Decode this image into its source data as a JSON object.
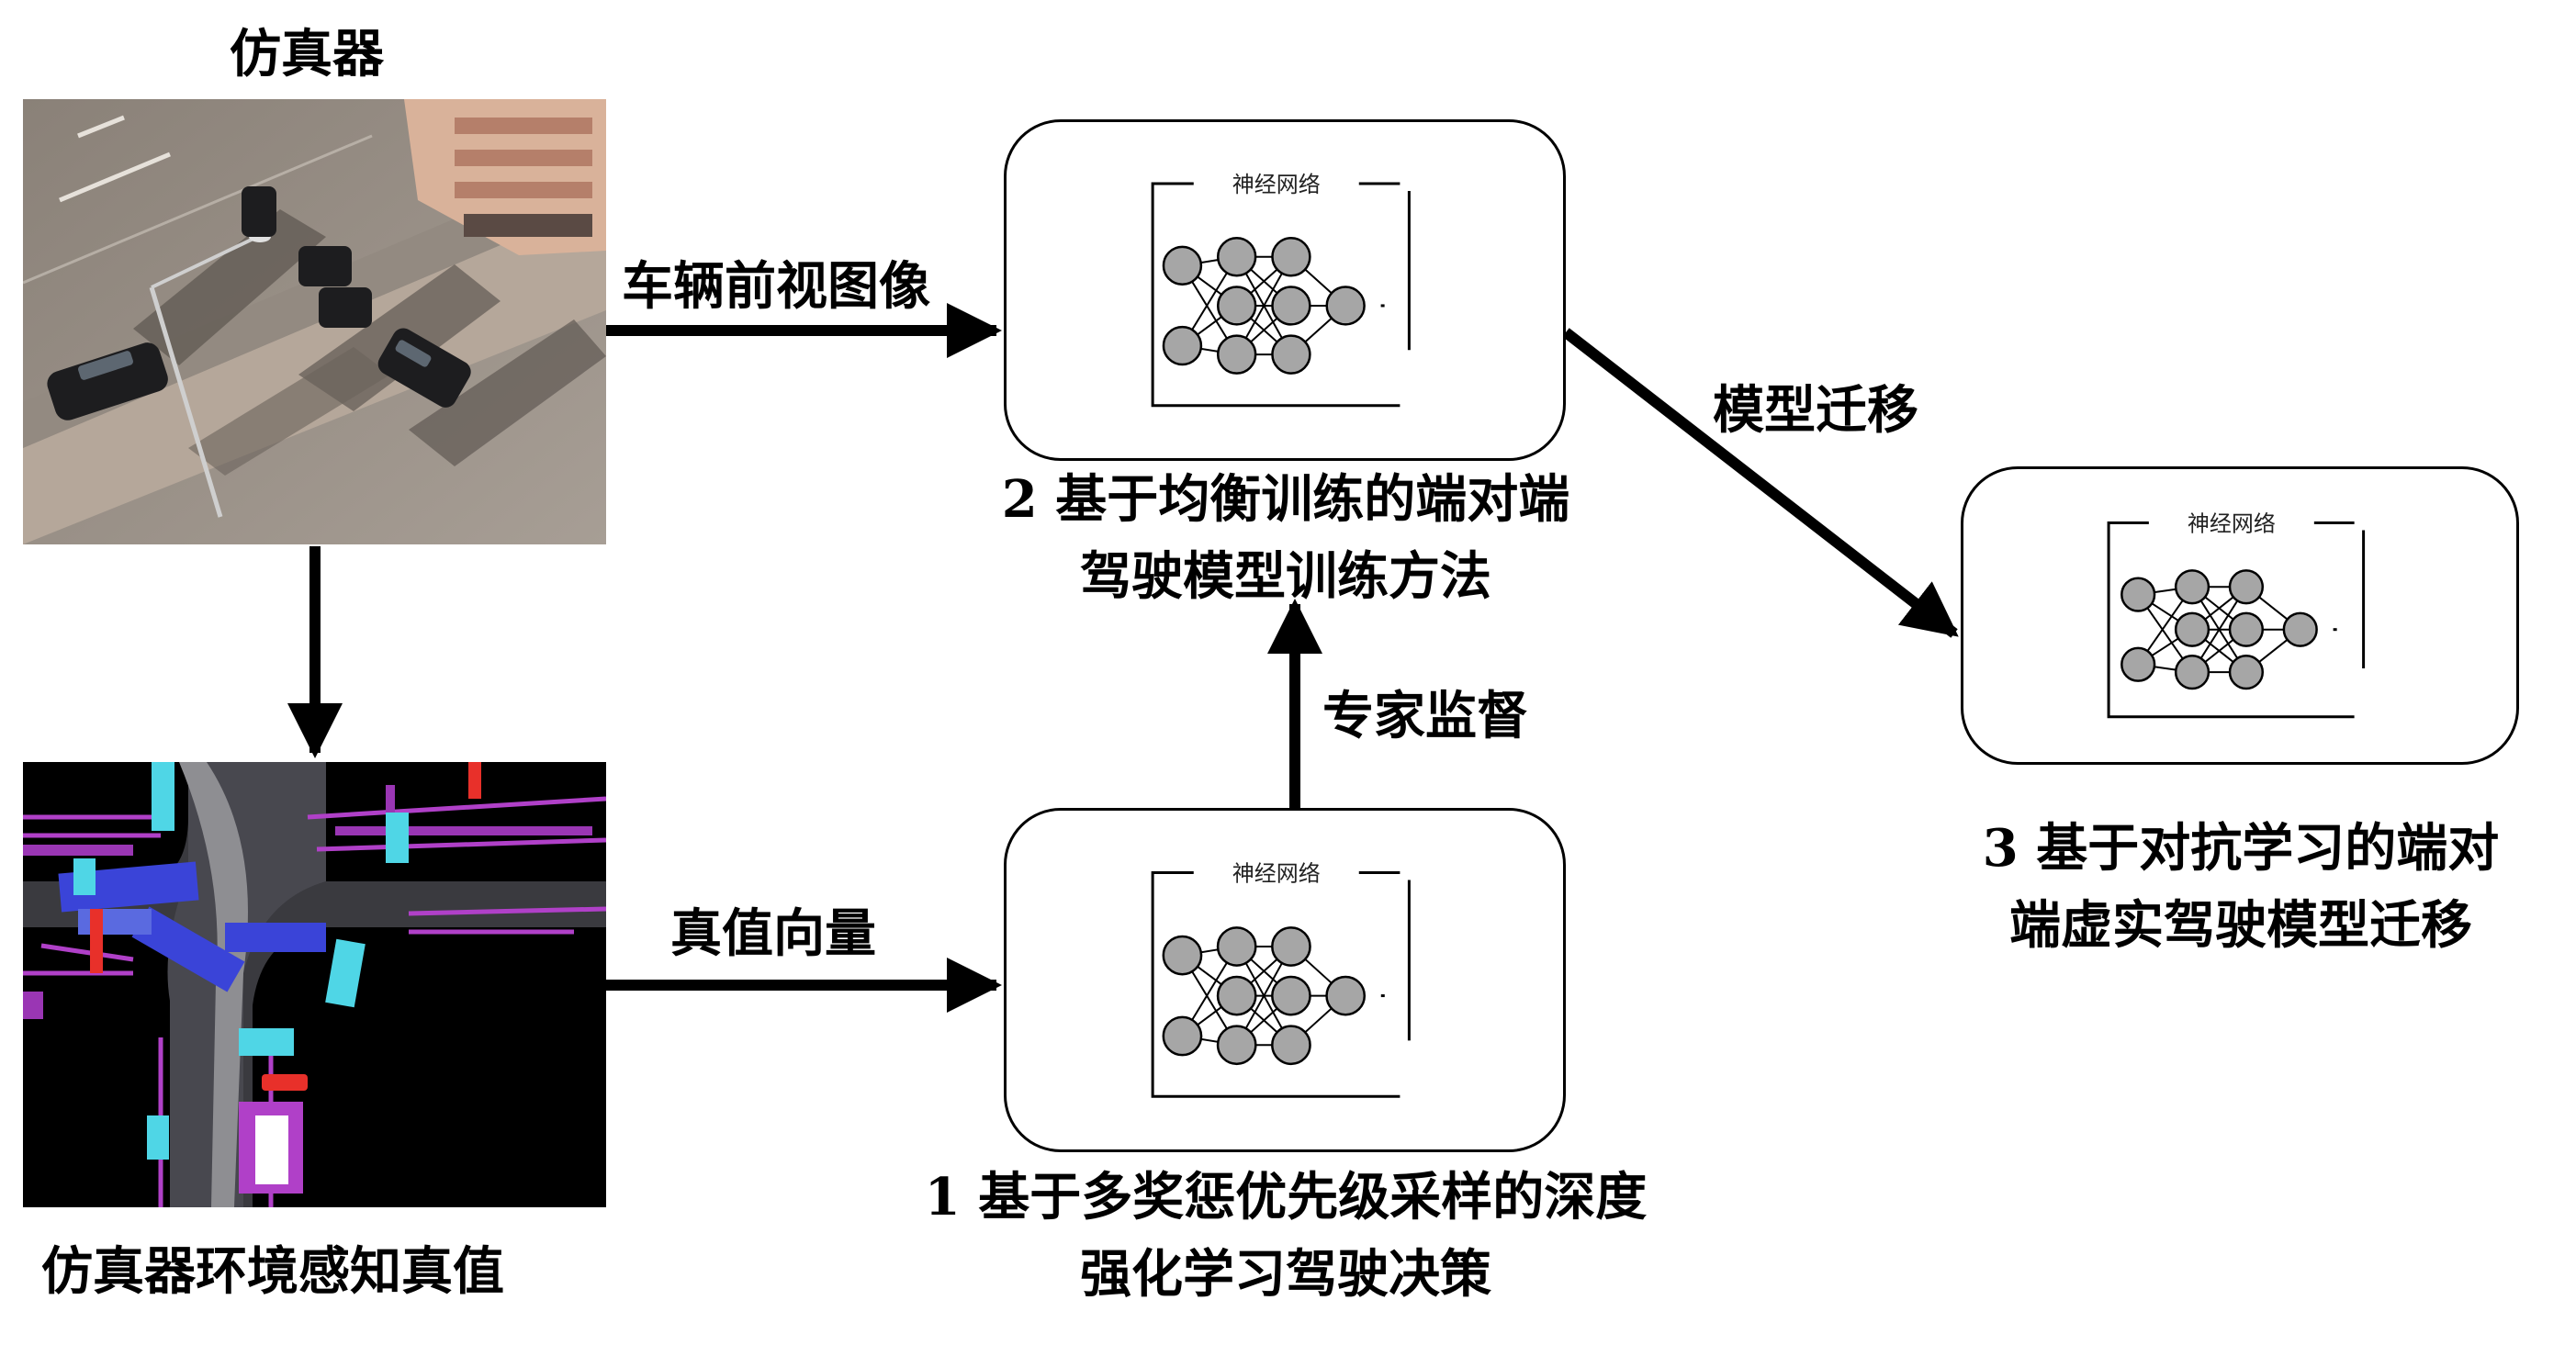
{
  "simulator": {
    "title": "仿真器",
    "perception_caption": "仿真器环境感知真值"
  },
  "edges": {
    "front_image": "车辆前视图像",
    "truth_vector": "真值向量",
    "expert_supervision": "专家监督",
    "model_transfer": "模型迁移"
  },
  "neural_net": {
    "label": "神经网络"
  },
  "methods": {
    "m1": {
      "num": "1",
      "line1": "基于多奖惩优先级采样的深度",
      "line2": "强化学习驾驶决策"
    },
    "m2": {
      "num": "2",
      "line1": "基于均衡训练的端对端",
      "line2": "驾驶模型训练方法"
    },
    "m3": {
      "num": "3",
      "line1": "基于对抗学习的端对",
      "line2": "端虚实驾驶模型迁移"
    }
  }
}
